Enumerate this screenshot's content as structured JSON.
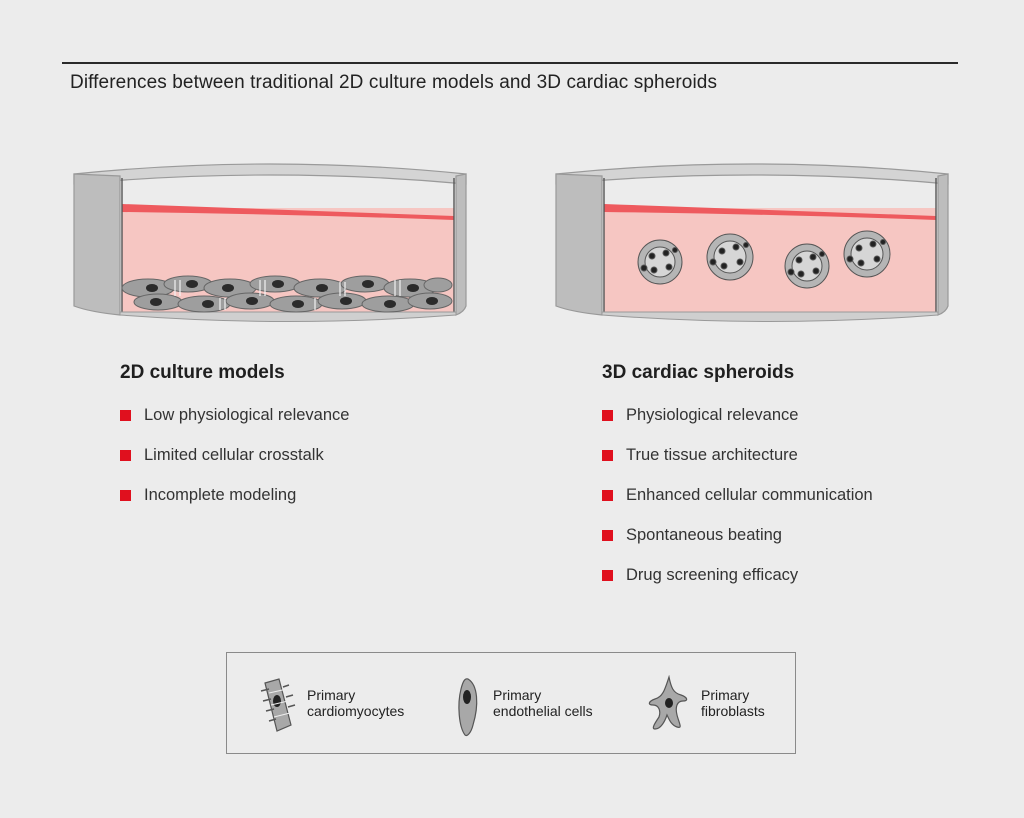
{
  "title": "Differences between traditional 2D culture models and 3D cardiac spheroids",
  "colors": {
    "accent": "#e0101e",
    "medium_top": "#ee5a5e",
    "medium": "#f6c6c2",
    "dish_gray": "#bdbdbd",
    "cell_gray": "#9a9a9a"
  },
  "left": {
    "heading": "2D culture models",
    "items": [
      "Low physiological relevance",
      "Limited cellular crosstalk",
      "Incomplete modeling"
    ]
  },
  "right": {
    "heading": "3D cardiac spheroids",
    "items": [
      "Physiological relevance",
      "True tissue architecture",
      "Enhanced cellular communication",
      "Spontaneous beating",
      "Drug screening efficacy"
    ]
  },
  "legend": {
    "cardiomyocytes": {
      "line1": "Primary",
      "line2": "cardiomyocytes",
      "icon": "cardiomyocyte-icon"
    },
    "endothelial": {
      "line1": "Primary",
      "line2": "endothelial cells",
      "icon": "endothelial-cell-icon"
    },
    "fibroblasts": {
      "line1": "Primary",
      "line2": "fibroblasts",
      "icon": "fibroblast-icon"
    }
  }
}
